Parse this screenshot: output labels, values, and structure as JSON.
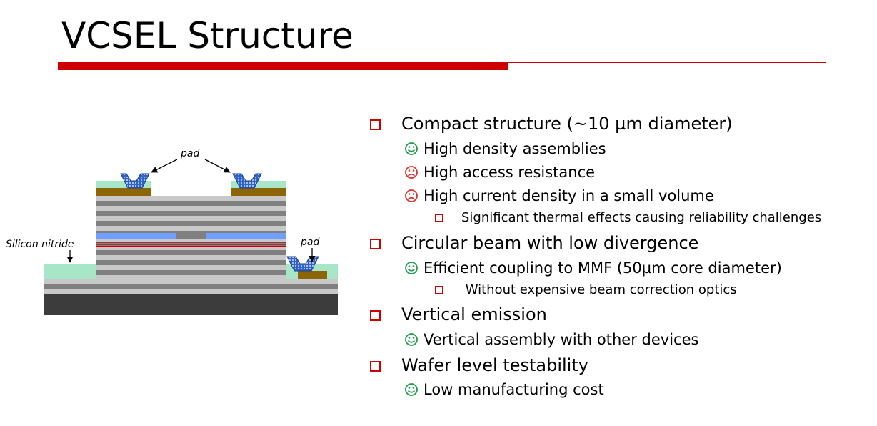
{
  "slide": {
    "title": "VCSEL Structure",
    "accent_color": "#cc0000",
    "happy_color": "#1f9e4a",
    "sad_color": "#d9342b"
  },
  "diagram": {
    "labels": {
      "pad_top": "pad",
      "pad_right": "pad",
      "silicon_nitride": "Silicon nitride"
    },
    "colors": {
      "dark_layer": "#808080",
      "light_layer": "#c8c8c8",
      "substrate": "#3c3c3c",
      "nitride": "#a8e6c8",
      "active_region": "#c80000",
      "oxide_aperture": "#6fa0ff",
      "metal_contact": "#8b6508",
      "pad_fill": "#2f63c9"
    }
  },
  "bullets": [
    {
      "level": 1,
      "icon": "square-bullet-icon",
      "text": "Compact structure (~10 µm diameter)"
    },
    {
      "level": 2,
      "icon": "smiley-happy-icon",
      "text": "High density assemblies"
    },
    {
      "level": 2,
      "icon": "smiley-sad-icon",
      "text": "High access resistance"
    },
    {
      "level": 2,
      "icon": "smiley-sad-icon",
      "text": "High current density in a small volume"
    },
    {
      "level": 3,
      "icon": "square-bullet-icon",
      "text": "Significant thermal effects causing reliability challenges"
    },
    {
      "level": 1,
      "icon": "square-bullet-icon",
      "text": "Circular beam with low divergence"
    },
    {
      "level": 2,
      "icon": "smiley-happy-icon",
      "text": "Efficient coupling to MMF (50µm core diameter)"
    },
    {
      "level": 3,
      "icon": "square-bullet-icon",
      "text": " Without expensive beam correction optics"
    },
    {
      "level": 1,
      "icon": "square-bullet-icon",
      "text": "Vertical emission"
    },
    {
      "level": 2,
      "icon": "smiley-happy-icon",
      "text": "Vertical assembly with other devices"
    },
    {
      "level": 1,
      "icon": "square-bullet-icon",
      "text": "Wafer level testability"
    },
    {
      "level": 2,
      "icon": "smiley-happy-icon",
      "text": "Low manufacturing cost"
    }
  ]
}
